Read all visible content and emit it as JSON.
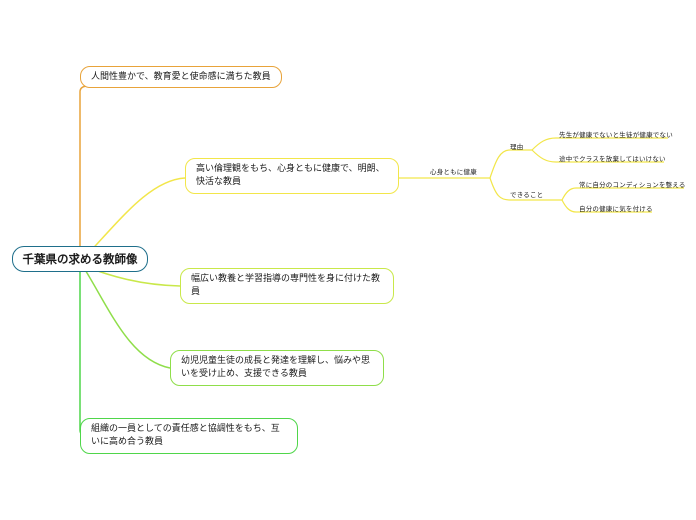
{
  "root": {
    "label": "千葉県の求める教師像"
  },
  "branches": [
    {
      "label": "人間性豊かで、教育愛と使命感に満ちた教員",
      "color": "#e8a33a"
    },
    {
      "label": "高い倫理観をもち、心身ともに健康で、明朗、快活な教員",
      "color": "#f2e64a"
    },
    {
      "label": "幅広い教養と学習指導の専門性を身に付けた教員",
      "color": "#c9e84a"
    },
    {
      "label": "幼児児童生徒の成長と発達を理解し、悩みや思いを受け止め、支援できる教員",
      "color": "#8fde4a"
    },
    {
      "label": "組織の一員としての責任感と協調性をもち、互いに高め合う教員",
      "color": "#4fd64a"
    }
  ],
  "subtree": {
    "topic": "心身ともに健康",
    "groups": [
      {
        "label": "理由",
        "items": [
          "先生が健康でないと生徒が健康でない",
          "途中でクラスを放棄してはいけない"
        ]
      },
      {
        "label": "できること",
        "items": [
          "常に自分のコンディションを整える",
          "自分の健康に気を付ける"
        ]
      }
    ]
  }
}
